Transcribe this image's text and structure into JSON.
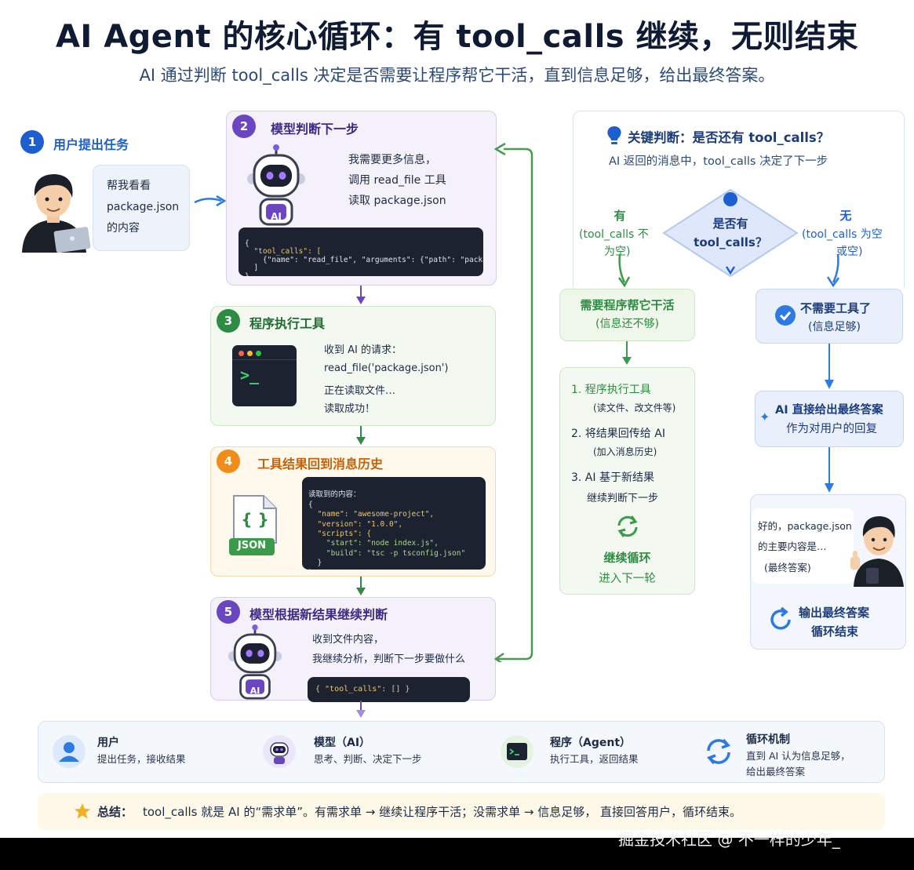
{
  "header": {
    "title": "AI Agent 的核心循环：有 tool_calls 继续，无则结束",
    "subtitle": "AI 通过判断 tool_calls 决定是否需要让程序帮它干活，直到信息足够，给出最终答案。"
  },
  "step1": {
    "badge": "1",
    "title": "用户提出任务",
    "bubble": [
      "帮我看看",
      "package.json",
      "的内容"
    ]
  },
  "step2": {
    "badge": "2",
    "title": "模型判断下一步",
    "robot_label": "AI",
    "text": [
      "我需要更多信息，",
      "调用 read_file 工具",
      "读取 package.json"
    ],
    "code": [
      "{",
      "  \"tool_calls\": [",
      "    {\"name\": \"read_file\", \"arguments\": {\"path\": \"package.json\"}}",
      "  ]",
      "}"
    ]
  },
  "step3": {
    "badge": "3",
    "title": "程序执行工具",
    "terminal_prompt": ">_",
    "text": [
      "收到 AI 的请求：",
      "read_file('package.json')",
      "正在读取文件…",
      "读取成功！"
    ]
  },
  "step4": {
    "badge": "4",
    "title": "工具结果回到消息历史",
    "file_label": "JSON",
    "file_glyph": "{ }",
    "code": [
      "读取到的内容：",
      "{",
      "  \"name\": \"awesome-project\",",
      "  \"version\": \"1.0.0\",",
      "  \"scripts\": {",
      "    \"start\": \"node index.js\",",
      "    \"build\": \"tsc -p tsconfig.json\"",
      "  }",
      "}"
    ]
  },
  "step5": {
    "badge": "5",
    "title": "模型根据新结果继续判断",
    "robot_label": "AI",
    "text": [
      "收到文件内容，",
      "我继续分析，判断下一步要做什么"
    ],
    "code": "{ \"tool_calls\": [] }"
  },
  "decision": {
    "title": "关键判断：是否还有 tool_calls？",
    "desc": "AI 返回的消息中，tool_calls 决定了下一步",
    "diamond": [
      "是否有",
      "tool_calls？"
    ],
    "yes_label": [
      "有",
      "(tool_calls 不",
      "为空)"
    ],
    "no_label": [
      "无",
      "(tool_calls 为空",
      "或空)"
    ],
    "yes_box": [
      "需要程序帮它干活",
      "(信息还不够)"
    ],
    "loop_steps": [
      {
        "main": "1.  程序执行工具",
        "sub": "(读文件、改文件等)"
      },
      {
        "main": "2.  将结果回传给 AI",
        "sub": "(加入消息历史)"
      },
      {
        "main": "3.  AI 基于新结果",
        "sub": "继续判断下一步"
      }
    ],
    "loop_label": [
      "继续循环",
      "进入下一轮"
    ],
    "no_box": [
      "不需要工具了",
      "(信息足够)"
    ],
    "answer_box": [
      "AI 直接给出最终答案",
      "作为对用户的回复"
    ],
    "final_bubble": [
      "好的，package.json",
      "的主要内容是…",
      "(最终答案)"
    ],
    "end_box": [
      "输出最终答案",
      "循环结束"
    ]
  },
  "legend": [
    {
      "title": "用户",
      "desc": [
        "提出任务，接收结果"
      ]
    },
    {
      "title": "模型（AI）",
      "desc": [
        "思考、判断、决定下一步"
      ]
    },
    {
      "title": "程序（Agent）",
      "desc": [
        "执行工具，返回结果"
      ]
    },
    {
      "title": "循环机制",
      "desc": [
        "直到 AI 认为信息足够，",
        "给出最终答案"
      ]
    }
  ],
  "summary": {
    "label": "总结：",
    "text": "tool_calls 就是 AI 的“需求单”。有需求单 → 继续让程序干活；没需求单 → 信息足够， 直接回答用户，循环结束。"
  },
  "watermark": "掘金技术社区 @ 不一样的少年_",
  "colors": {
    "purple": "#6b46c1",
    "green": "#2e8b43",
    "orange": "#f08c1a",
    "blue": "#1d5fd1"
  }
}
